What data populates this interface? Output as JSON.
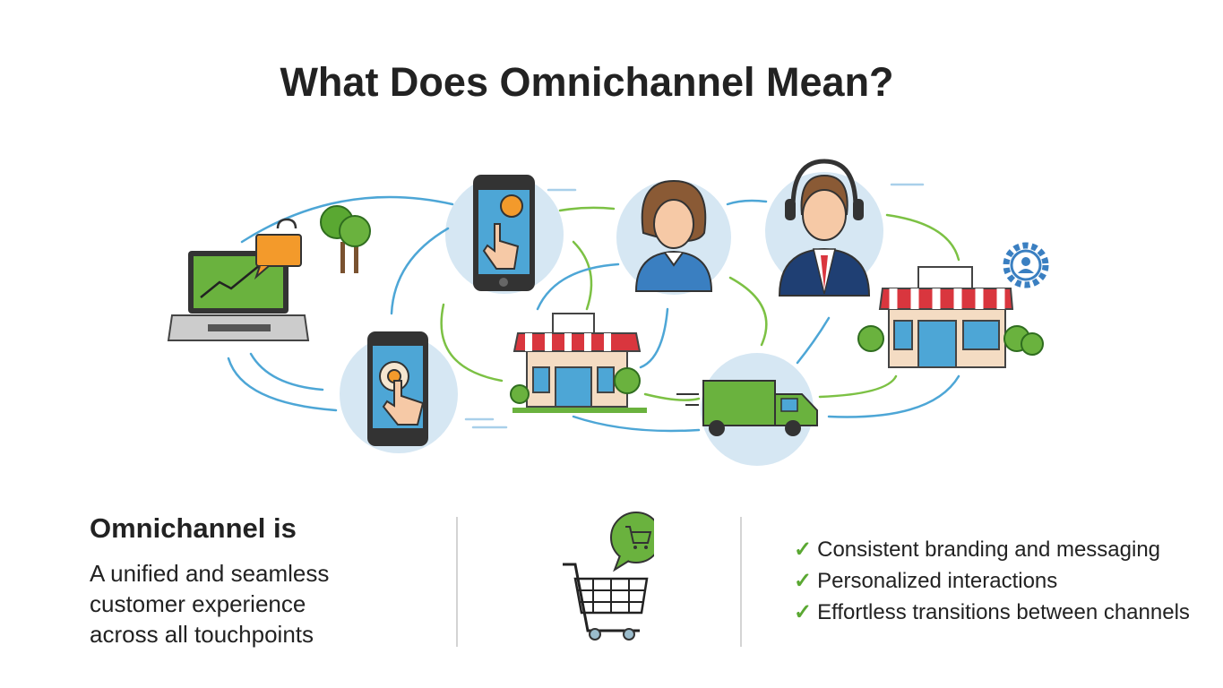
{
  "title": "What Does Omnichannel Mean?",
  "definition": {
    "heading": "Omnichannel is",
    "lines": [
      "A unified and seamless",
      "customer experience",
      "across all touchpoints"
    ]
  },
  "benefits": [
    {
      "icon": "check-icon",
      "text": "Consistent branding and messaging"
    },
    {
      "icon": "check-icon",
      "text": "Personalized interactions"
    },
    {
      "icon": "check-icon",
      "text": "Effortless transitions between channels"
    }
  ],
  "colors": {
    "blue_arrow": "#4da6d6",
    "green_arrow": "#7cc144",
    "circle_bg": "#d6e7f3",
    "awning_red": "#d9363e",
    "truck_green": "#6ab23e"
  }
}
